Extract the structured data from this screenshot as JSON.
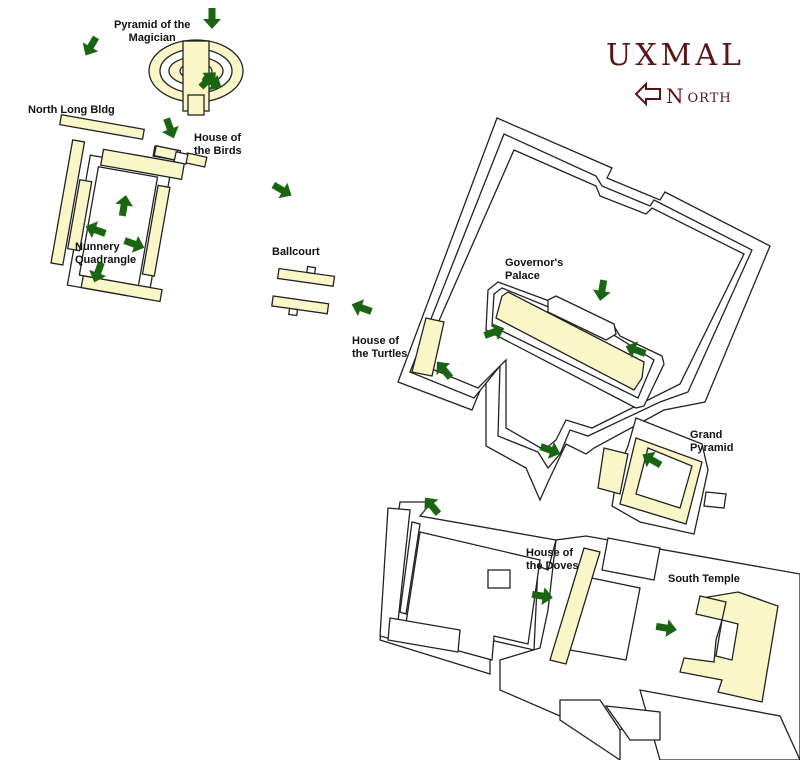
{
  "title": "UXMAL",
  "north": {
    "first": "N",
    "rest": "ORTH",
    "icon": "left-arrow-icon"
  },
  "labels": {
    "pyramid_magician_1": "Pyramid of the",
    "pyramid_magician_2": "Magician",
    "north_long": "North Long Bldg",
    "house_birds_1": "House of",
    "house_birds_2": "the Birds",
    "nunnery_1": "Nunnery",
    "nunnery_2": "Quadrangle",
    "ballcourt": "Ballcourt",
    "governors_1": "Governor's",
    "governors_2": "Palace",
    "turtles_1": "House of",
    "turtles_2": "the Turtles",
    "grand_pyramid_1": "Grand",
    "grand_pyramid_2": "Pyramid",
    "doves_1": "House of",
    "doves_2": "the Doves",
    "south_temple": "South Temple"
  },
  "colors": {
    "building_fill": "#fbf6c8",
    "arrow": "#1a6512",
    "title": "#5a1414",
    "outline": "#222222"
  }
}
